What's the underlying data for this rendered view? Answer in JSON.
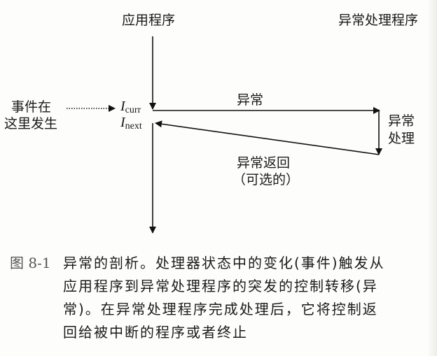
{
  "figure": {
    "labels": {
      "application": "应用程序",
      "handler": "异常处理程序",
      "event_line1": "事件在",
      "event_line2": "这里发生",
      "i_curr_base": "I",
      "i_curr_sub": "curr",
      "i_next_base": "I",
      "i_next_sub": "next",
      "exception": "异常",
      "handling_line1": "异常",
      "handling_line2": "处理",
      "return_line1": "异常返回",
      "return_line2": "（可选的）"
    },
    "colors": {
      "line": "#111111",
      "caption_tag": "#555555",
      "background": "#fdfdfb"
    }
  },
  "caption": {
    "tag": "图 8-1",
    "lines": [
      "异常的剖析。处理器状态中的变化(事件)触发从",
      "应用程序到异常处理程序的突发的控制转移(异",
      "常)。在异常处理程序完成处理后，它将控制返",
      "回给被中断的程序或者终止"
    ]
  }
}
